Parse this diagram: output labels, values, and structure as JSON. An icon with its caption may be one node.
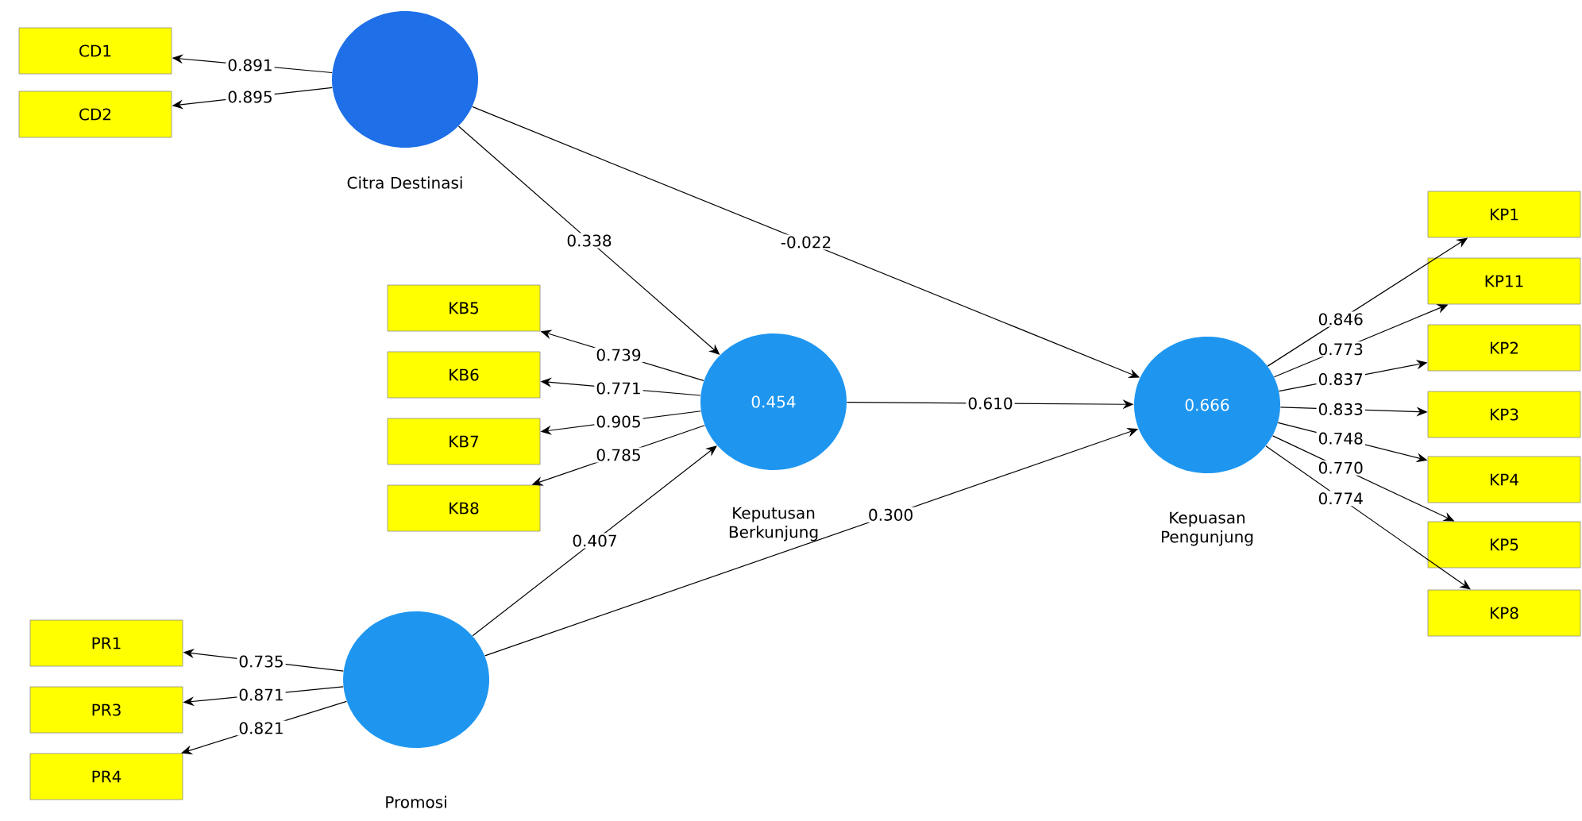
{
  "diagram": {
    "nodes": [
      {
        "text": [
          "Citra Destinasi"
        ]
      },
      {
        "text": [
          "CD1"
        ]
      },
      {
        "text": [
          "CD2"
        ]
      },
      {
        "text": [
          "KB5"
        ]
      },
      {
        "text": [
          "KB6"
        ]
      },
      {
        "text": [
          "KB7"
        ]
      },
      {
        "text": [
          "KB8"
        ]
      },
      {
        "text": [
          "0.454",
          "Keputusan Berkunjung"
        ]
      },
      {
        "text": [
          "0.666",
          "Kepuasan Pengunjung"
        ]
      },
      {
        "text": [
          "KP1"
        ]
      },
      {
        "text": [
          "KP11"
        ]
      },
      {
        "text": [
          "KP2"
        ]
      },
      {
        "text": [
          "KP3"
        ]
      },
      {
        "text": [
          "KP4"
        ]
      },
      {
        "text": [
          "KP5"
        ]
      },
      {
        "text": [
          "KP8"
        ]
      },
      {
        "text": [
          "PR1"
        ]
      },
      {
        "text": [
          "PR3"
        ]
      },
      {
        "text": [
          "PR4"
        ]
      },
      {
        "text": [
          "Promosi"
        ]
      }
    ],
    "edges": [
      {
        "from": 0,
        "to": 1,
        "arrow": "to",
        "label": "0.891"
      },
      {
        "from": 0,
        "to": 2,
        "arrow": "to",
        "label": "0.895"
      },
      {
        "from": 0,
        "to": 7,
        "arrow": "to",
        "label": "0.338"
      },
      {
        "from": 0,
        "to": 8,
        "arrow": "to",
        "label": "-0.022"
      },
      {
        "from": 7,
        "to": 3,
        "arrow": "to",
        "label": "0.739"
      },
      {
        "from": 7,
        "to": 4,
        "arrow": "to",
        "label": "0.771"
      },
      {
        "from": 7,
        "to": 5,
        "arrow": "to",
        "label": "0.905"
      },
      {
        "from": 7,
        "to": 6,
        "arrow": "to",
        "label": "0.785"
      },
      {
        "from": 7,
        "to": 8,
        "arrow": "to",
        "label": "0.610"
      },
      {
        "from": 19,
        "to": 7,
        "arrow": "to",
        "label": "0.407"
      },
      {
        "from": 19,
        "to": 8,
        "arrow": "to",
        "label": "0.300"
      },
      {
        "from": 19,
        "to": 16,
        "arrow": "to",
        "label": "0.735"
      },
      {
        "from": 19,
        "to": 17,
        "arrow": "to",
        "label": "0.871"
      },
      {
        "from": 19,
        "to": 18,
        "arrow": "to",
        "label": "0.821"
      },
      {
        "from": 8,
        "to": 9,
        "arrow": "to",
        "label": "0.846"
      },
      {
        "from": 8,
        "to": 10,
        "arrow": "to",
        "label": "0.773"
      },
      {
        "from": 8,
        "to": 11,
        "arrow": "to",
        "label": "0.837"
      },
      {
        "from": 8,
        "to": 12,
        "arrow": "to",
        "label": "0.833"
      },
      {
        "from": 8,
        "to": 13,
        "arrow": "to",
        "label": "0.748"
      },
      {
        "from": 8,
        "to": 14,
        "arrow": "to",
        "label": "0.770"
      },
      {
        "from": 8,
        "to": 15,
        "arrow": "to",
        "label": "0.774"
      }
    ]
  }
}
